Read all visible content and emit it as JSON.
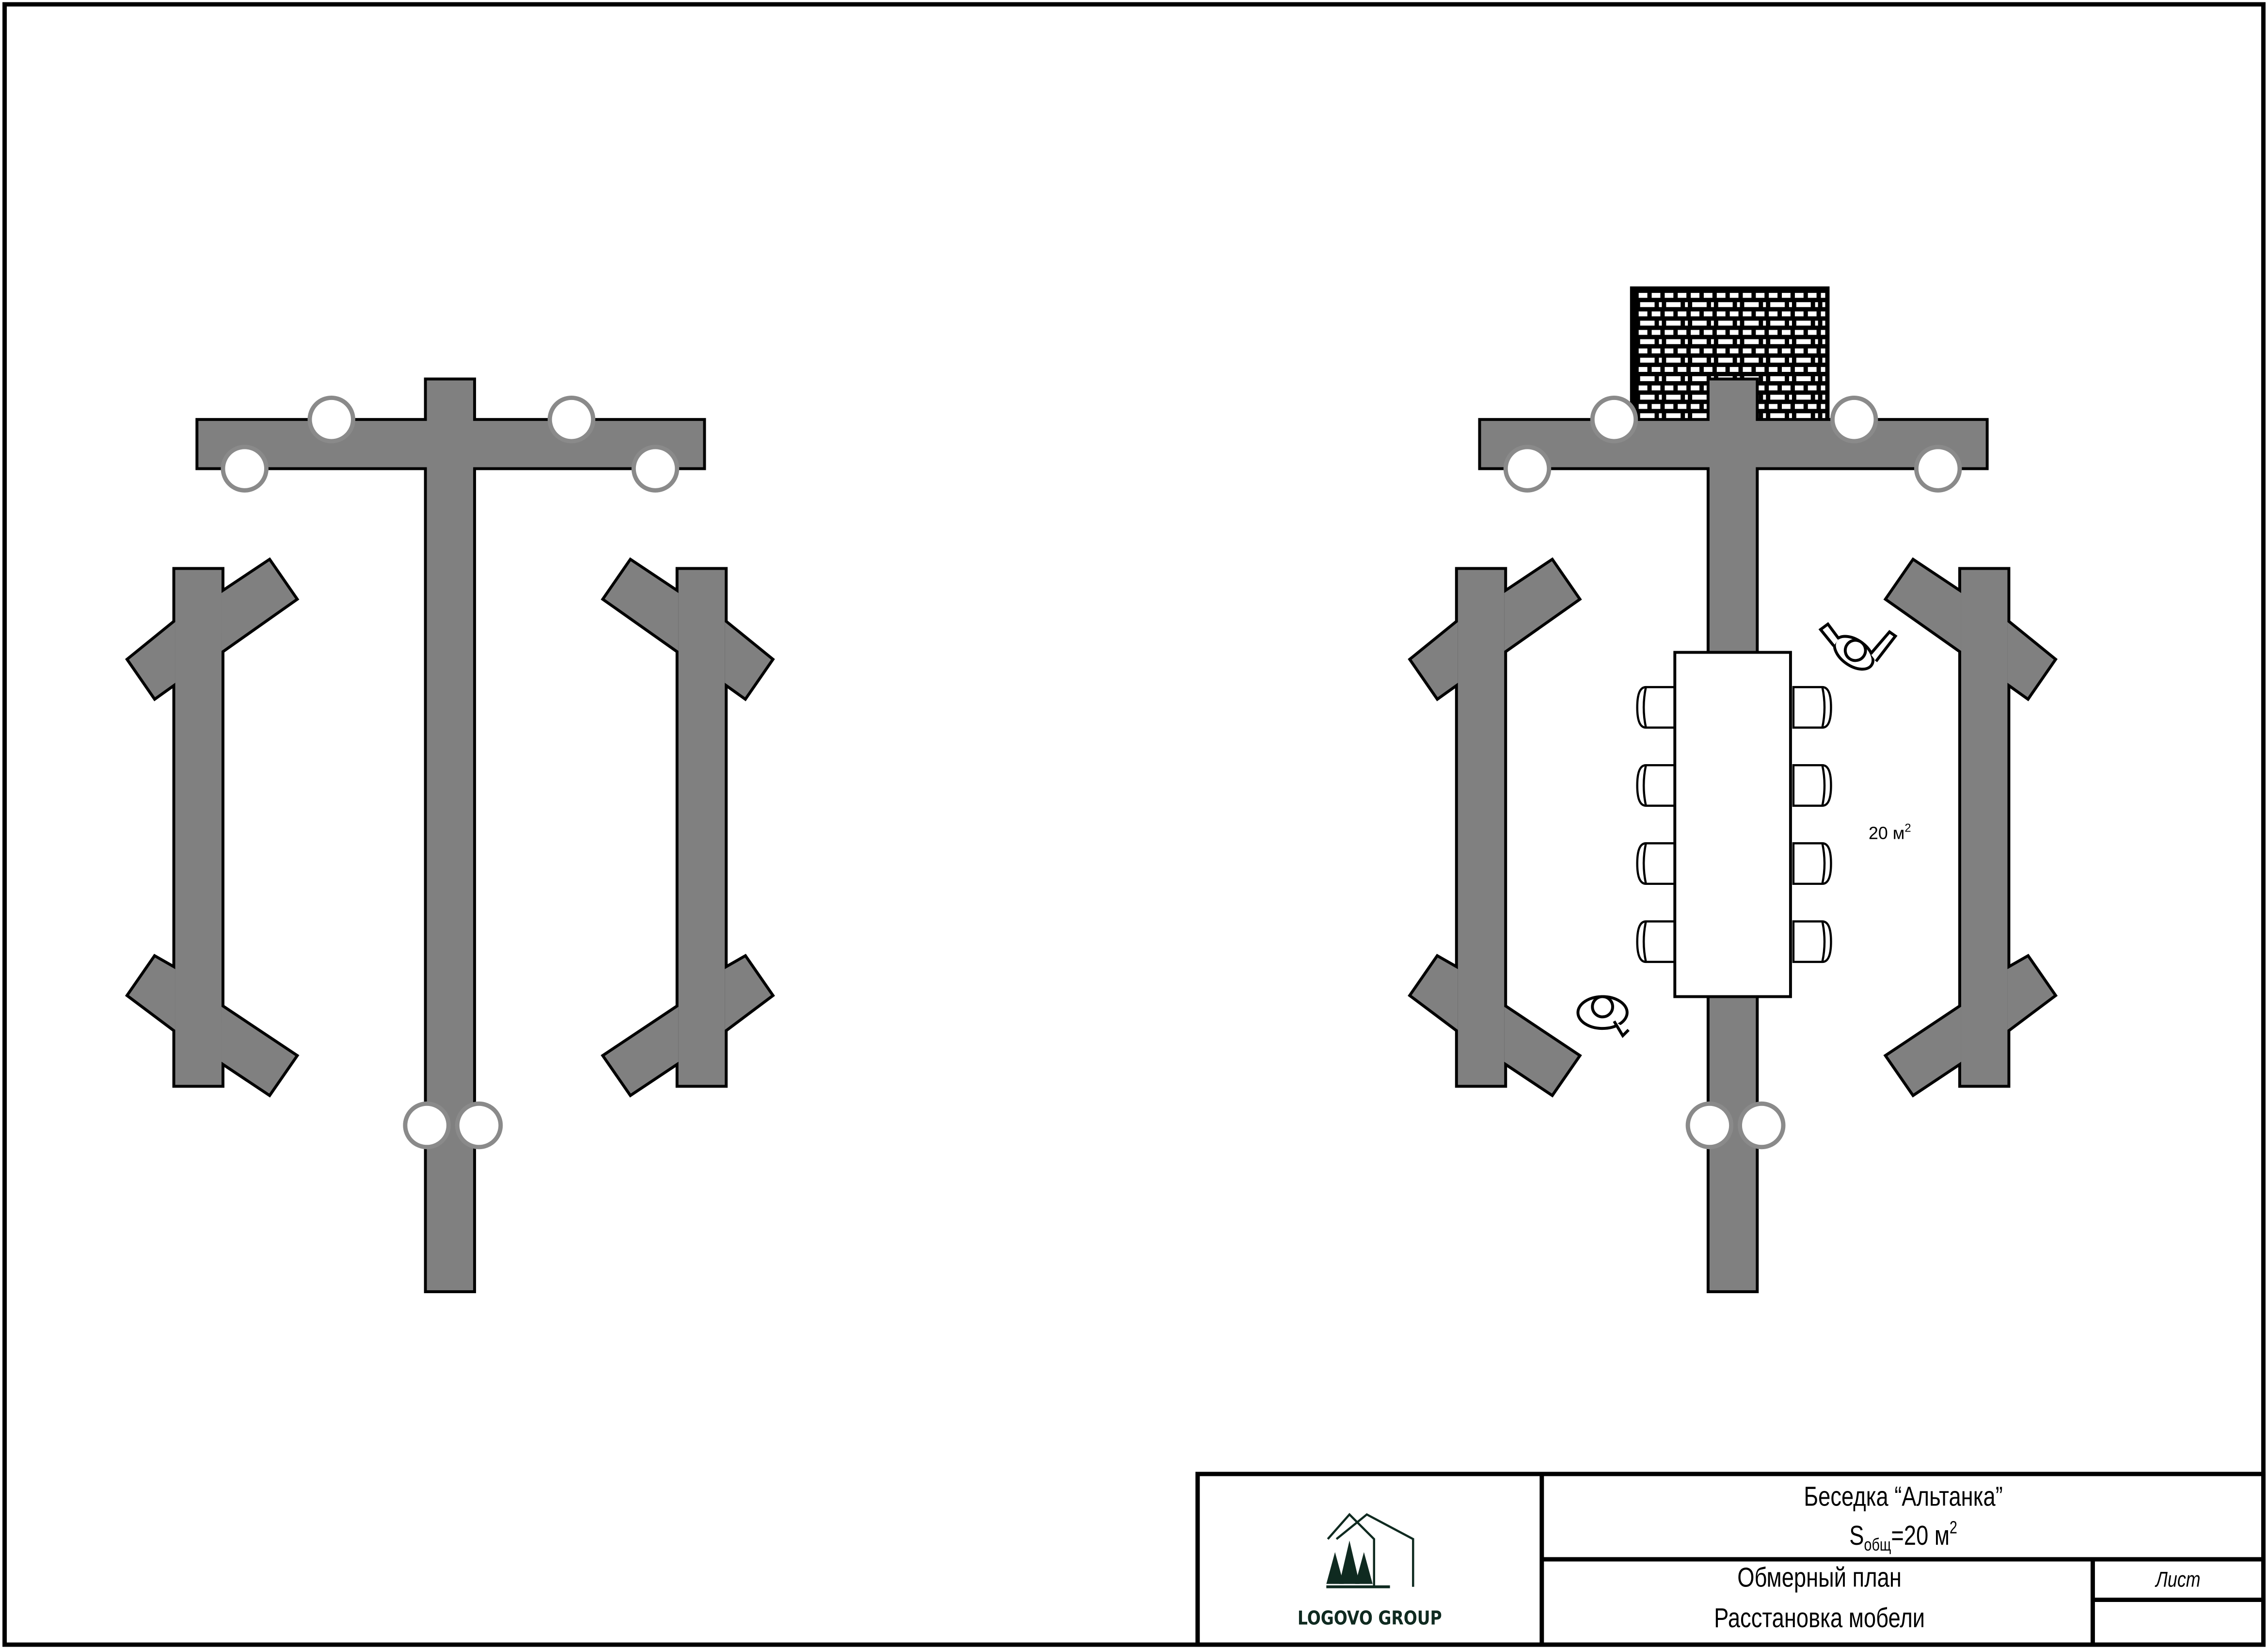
{
  "plan": {
    "area_label": "20 м",
    "area_sup": "2"
  },
  "title_block": {
    "project_title": "Беседка “Альтанка”",
    "area_s": "S",
    "area_sub": "общ",
    "area_value": "=20 м",
    "area_sup": "2",
    "sheet_name_1": "Обмерный план",
    "sheet_name_2": "Расстановка мобели",
    "sheet_label": "Лист",
    "sheet_number": ""
  },
  "logo": {
    "text": "LOGOVO GROUP",
    "color": "#0f2a20"
  },
  "colors": {
    "wall": "#808080",
    "outline": "#000000",
    "post_ring": "#8a8a8a"
  }
}
